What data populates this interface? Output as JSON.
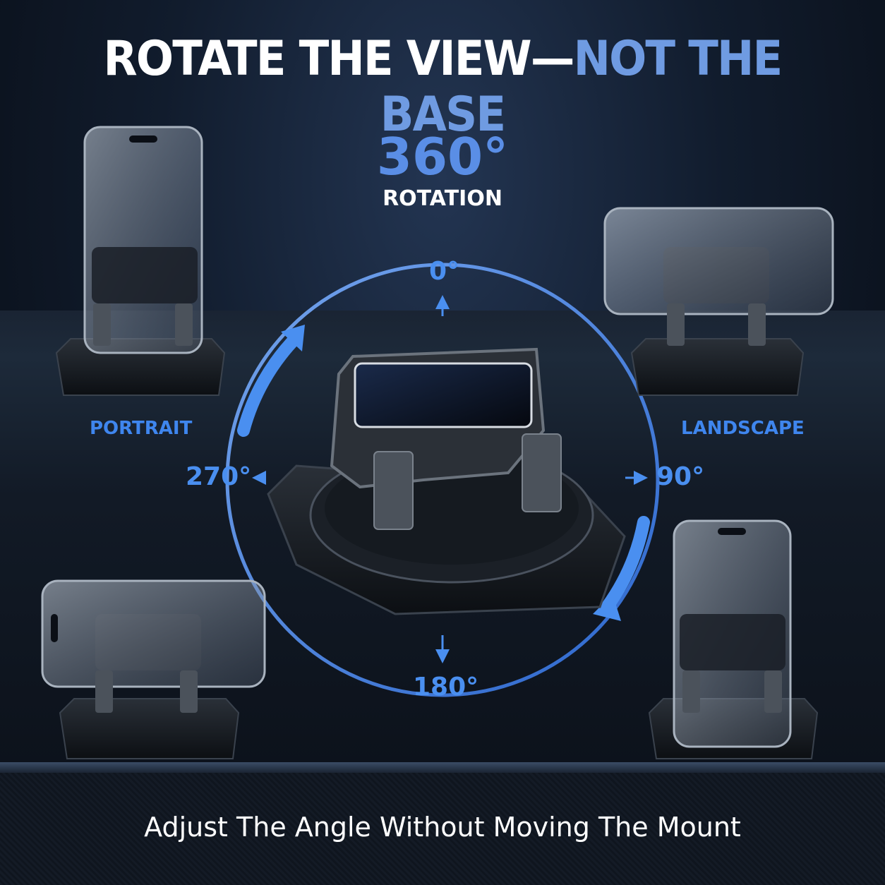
{
  "headline": {
    "part1": "ROTATE THE VIEW",
    "separator": "—",
    "part2": "NOT THE BASE"
  },
  "rotation": {
    "value": "360°",
    "label": "ROTATION"
  },
  "angles": {
    "top": "0°",
    "right": "90°",
    "bottom": "180°",
    "left": "270°"
  },
  "modes": {
    "portrait": "PORTRAIT",
    "landscape": "LANDSCAPE"
  },
  "tagline": "Adjust The Angle Without Moving The Mount",
  "colors": {
    "accent_blue": "#4a8ff0",
    "headline_blue": "#6f9be2",
    "background": "#0f1826"
  }
}
